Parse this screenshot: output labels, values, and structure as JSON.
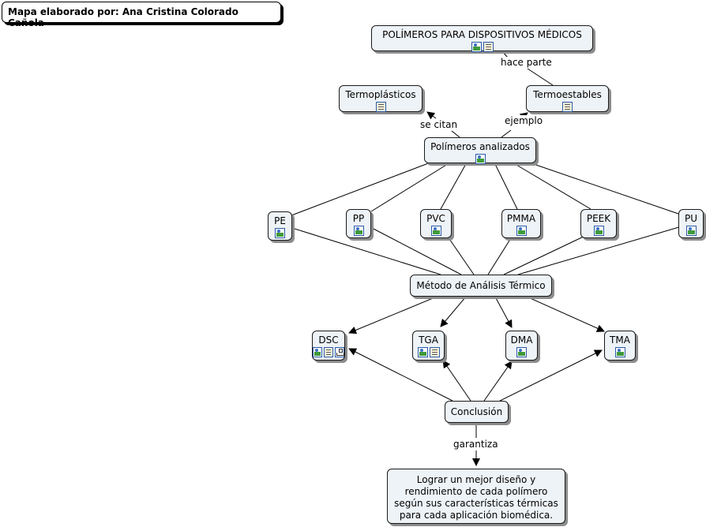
{
  "author": "Mapa elaborado por: Ana Cristina Colorado Cañola",
  "nodes": {
    "root": "POLÍMEROS PARA DISPOSITIVOS MÉDICOS",
    "termoplasticos": "Termoplásticos",
    "termoestables": "Termoestables",
    "polimeros": "Polímeros analizados",
    "pe": "PE",
    "pp": "PP",
    "pvc": "PVC",
    "pmma": "PMMA",
    "peek": "PEEK",
    "pu": "PU",
    "metodo": "Método de Análisis Térmico",
    "dsc": "DSC",
    "tga": "TGA",
    "dma": "DMA",
    "tma": "TMA",
    "conclusion": "Conclusión",
    "resultado": "Lograr un mejor diseño y rendimiento de cada polímero según sus características térmicas para cada aplicación biomédica."
  },
  "links": {
    "hace_parte": "hace parte",
    "se_citan": "se citan",
    "ejemplo": "ejemplo",
    "garantiza": "garantiza"
  },
  "icon_names": [
    "image-icon",
    "document-icon",
    "concept-map-icon"
  ]
}
